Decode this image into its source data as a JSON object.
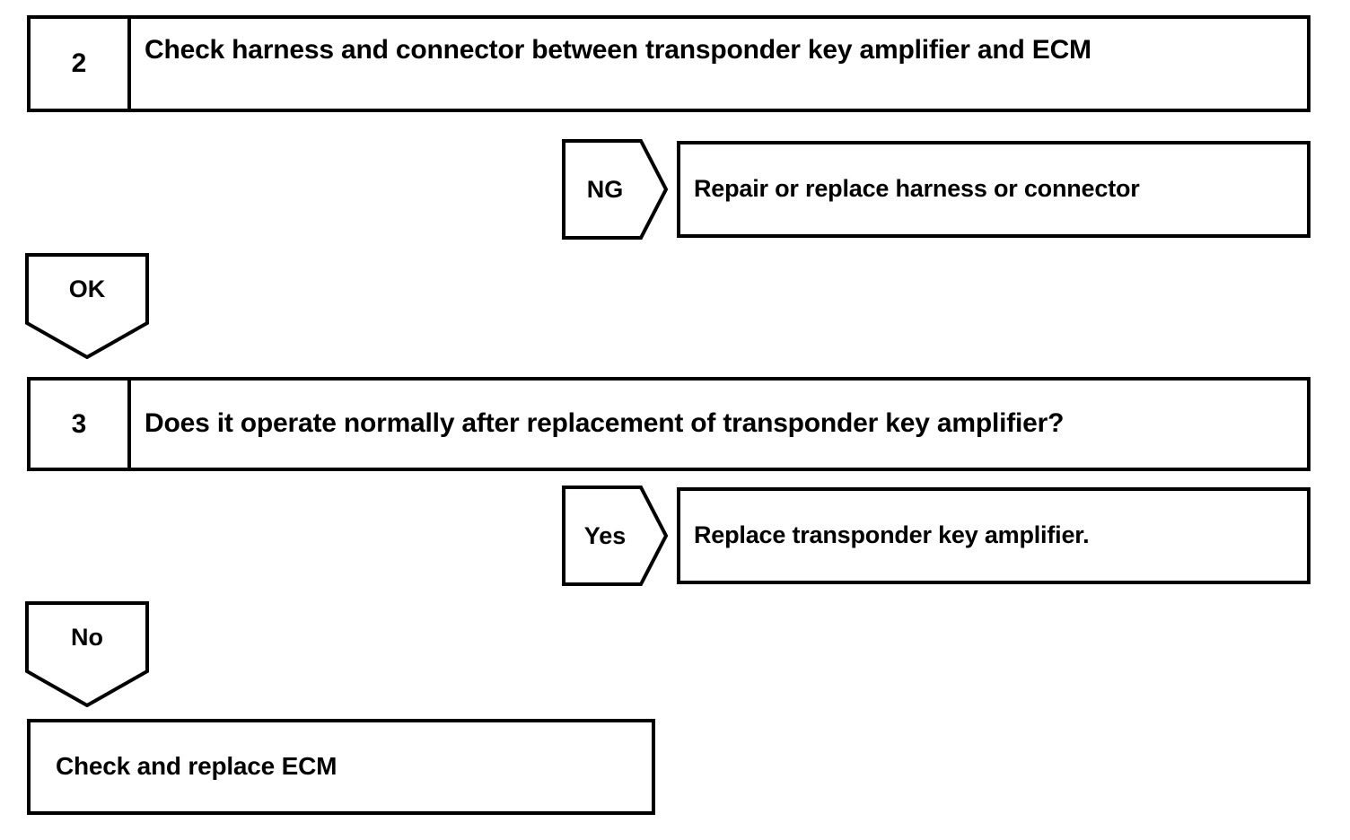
{
  "diagram": {
    "type": "troubleshooting-flowchart",
    "background_color": "#ffffff",
    "line_color": "#000000",
    "text_color": "#000000",
    "steps": [
      {
        "number": "2",
        "title": "Check harness and connector between transponder key amplifier and ECM"
      },
      {
        "number": "3",
        "title": "Does it operate normally after replacement of transponder key amplifier?"
      }
    ],
    "branches": [
      {
        "label": "NG",
        "direction": "right",
        "result": "Repair or replace harness or connector"
      },
      {
        "label": "OK",
        "direction": "down",
        "result": ""
      },
      {
        "label": "Yes",
        "direction": "right",
        "result": "Replace transponder key amplifier."
      },
      {
        "label": "No",
        "direction": "down",
        "result": ""
      }
    ],
    "final_action": "Check and replace ECM"
  }
}
